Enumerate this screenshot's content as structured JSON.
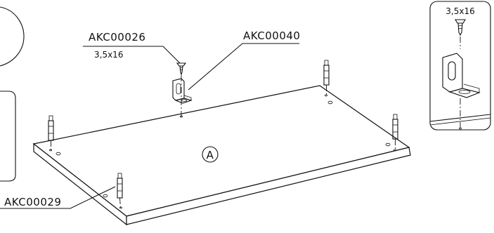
{
  "labels": {
    "screw_part": "AKC00026",
    "screw_size": "3,5x16",
    "bracket_part": "AKC00040",
    "dowel_part": "AKC00029",
    "panel_marker": "A"
  },
  "detail": {
    "screw_size": "3,5x16"
  }
}
